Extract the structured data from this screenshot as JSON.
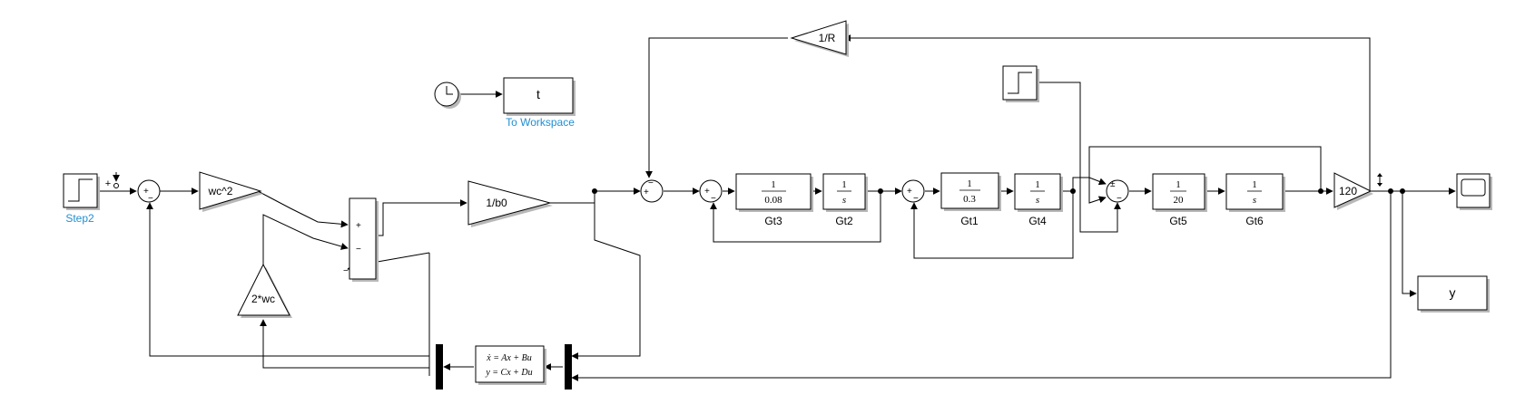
{
  "blocks": {
    "step2": {
      "label": "Step2"
    },
    "clock": {},
    "to_workspace_t": {
      "value": "t",
      "label": "To Workspace"
    },
    "to_workspace_y": {
      "value": "y"
    },
    "gain_wc2": {
      "value": "wc^2"
    },
    "gain_2wc": {
      "value": "2*wc"
    },
    "gain_1b0": {
      "value": "1/b0"
    },
    "gain_1R": {
      "value": "1/R"
    },
    "gain_120": {
      "value": "120"
    },
    "gt3": {
      "num": "1",
      "den": "0.08",
      "label": "Gt3"
    },
    "gt2": {
      "num": "1",
      "den": "s",
      "label": "Gt2"
    },
    "gt1": {
      "num": "1",
      "den": "0.3",
      "label": "Gt1"
    },
    "gt4": {
      "num": "1",
      "den": "s",
      "label": "Gt4"
    },
    "gt5": {
      "num": "1",
      "den": "20",
      "label": "Gt5"
    },
    "gt6": {
      "num": "1",
      "den": "s",
      "label": "Gt6"
    },
    "state_space": {
      "eq1": "ẋ = Ax + Bu",
      "eq2": "y = Cx + Du"
    },
    "sum_signs": {
      "plus": "+",
      "minus": "−",
      "plusminus": "±"
    }
  },
  "colors": {
    "label_blue": "#1f8fd4",
    "line": "#000000",
    "shadow": "#b8b8b8"
  }
}
